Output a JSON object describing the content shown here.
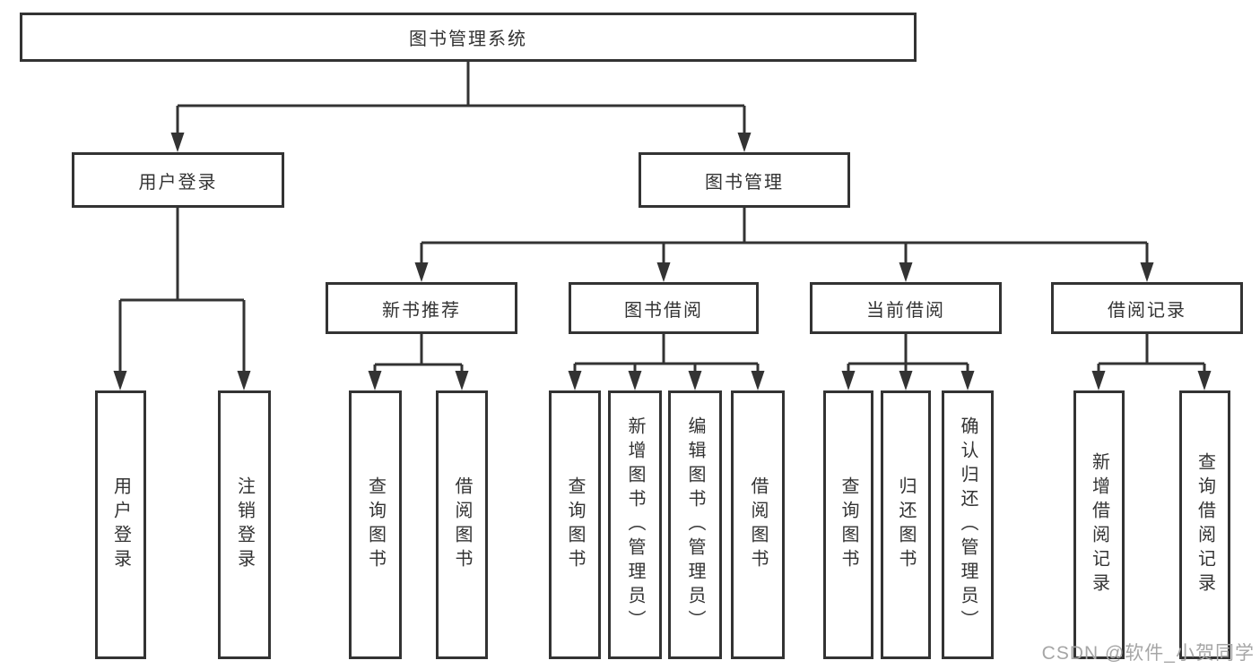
{
  "diagram": {
    "root": "图书管理系统",
    "branches": [
      {
        "label": "用户登录",
        "children": [
          "用户登录",
          "注销登录"
        ]
      },
      {
        "label": "图书管理",
        "groups": [
          {
            "label": "新书推荐",
            "children": [
              "查询图书",
              "借阅图书"
            ]
          },
          {
            "label": "图书借阅",
            "children": [
              "查询图书",
              "新增图书（管理员）",
              "编辑图书（管理员）",
              "借阅图书"
            ]
          },
          {
            "label": "当前借阅",
            "children": [
              "查询图书",
              "归还图书",
              "确认归还（管理员）"
            ]
          },
          {
            "label": "借阅记录",
            "children": [
              "新增借阅记录",
              "查询借阅记录"
            ]
          }
        ]
      }
    ]
  },
  "colors": {
    "line": "#333333",
    "text": "#333333",
    "watermark": "#a6a6a6"
  },
  "watermark": "CSDN @软件_小贺同学"
}
